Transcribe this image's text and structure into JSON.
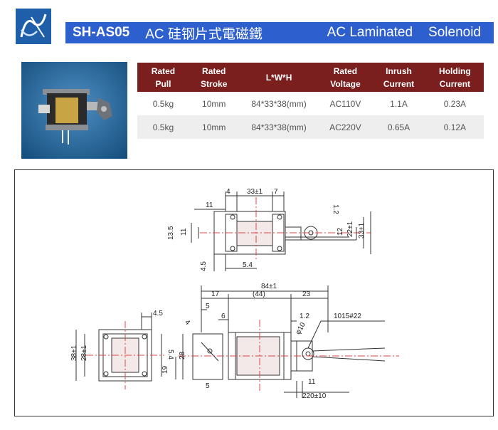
{
  "header": {
    "model": "SH-AS05",
    "title_cn": "AC 硅钢片式電磁鐵",
    "title_en_1": "AC Laminated",
    "title_en_2": "Solenoid"
  },
  "colors": {
    "title_bar": "#2e5fcf",
    "table_header": "#7b1e1e",
    "photo_background": "#1d5f93"
  },
  "specs": {
    "headers": [
      "Rated Pull",
      "Rated Stroke",
      "L*W*H",
      "Rated Voltage",
      "Inrush Current",
      "Holding Current"
    ],
    "rows": [
      [
        "0.5kg",
        "10mm",
        "84*33*38(mm)",
        "AC110V",
        "1.1A",
        "0.23A"
      ],
      [
        "0.5kg",
        "10mm",
        "84*33*38(mm)",
        "AC220V",
        "0.65A",
        "0.12A"
      ]
    ]
  },
  "drawing": {
    "top_view": {
      "d4": "4",
      "d33": "33±1",
      "d7": "7",
      "d11": "11",
      "d1_2": "1.2",
      "d13_5": "13.5",
      "d11b": "11",
      "d12": "12",
      "d22": "22±1",
      "d33r": "33±1",
      "d4_5": "4.5",
      "d5_4": "5.4"
    },
    "side_view": {
      "d84": "84±1",
      "d17": "17",
      "d44": "(44)",
      "d23": "23",
      "d5": "5",
      "d6": "6",
      "d1_2": "1.2",
      "wire": "1015#22",
      "d4": "4",
      "phi10": "φ10",
      "d28": "28",
      "d19": "19",
      "d5b": "5",
      "d11": "11",
      "d220": "220±10"
    },
    "end_view": {
      "d4_5": "4.5",
      "d38": "38±1",
      "d28": "28±1",
      "d5_4": "5.4"
    }
  }
}
